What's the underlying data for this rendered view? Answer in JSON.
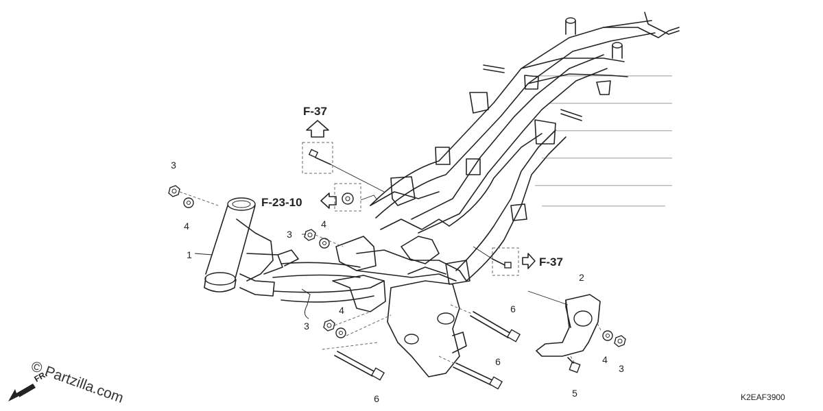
{
  "references": {
    "top": "F-37",
    "left": "F-23-10",
    "right": "F-37"
  },
  "callouts": {
    "c1": "1",
    "c2": "2",
    "c3a": "3",
    "c3b": "3",
    "c3c": "3",
    "c3d": "3",
    "c4a": "4",
    "c4b": "4",
    "c4c": "4",
    "c4d": "4",
    "c5": "5",
    "c6a": "6",
    "c6b": "6",
    "c6c": "6"
  },
  "watermark": "© Partzilla.com",
  "direction_label": "FR.",
  "diagram_code": "K2EAF3900"
}
